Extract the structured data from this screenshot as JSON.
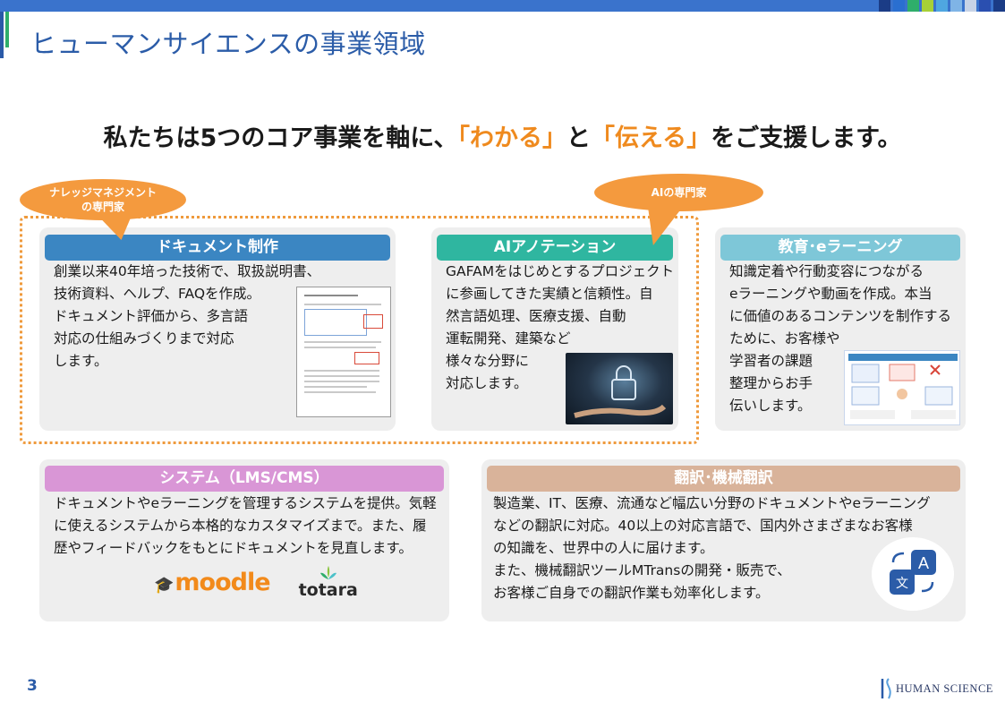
{
  "colors": {
    "title_blue": "#2b5ca8",
    "accent_orange": "#ef8a1e",
    "document_head": "#3b86c2",
    "ai_head": "#2fb6a0",
    "elearning_head": "#7ec7d8",
    "system_head": "#d996d6",
    "translation_head": "#d9b39a",
    "card_bg": "#eeeeee"
  },
  "header": {
    "title": "ヒューマンサイエンスの事業領域",
    "bar_blocks": [
      "#1b3c86",
      "#2a6fd0",
      "#2fae6b",
      "#a7d037",
      "#4fa6e0",
      "#7fb4e6",
      "#c7d3e6",
      "#2a4fb0",
      "#1b3c86"
    ]
  },
  "headline": {
    "pre": "私たちは5つのコア事業を軸に、",
    "hl1": "「わかる」",
    "mid": "と",
    "hl2": "「伝える」",
    "post": "をご支援します。"
  },
  "bubbles": {
    "knowledge": [
      "ナレッジマネジメント",
      "の専門家"
    ],
    "ai": "AIの専門家"
  },
  "cards": {
    "document": {
      "title": "ドキュメント制作",
      "text": "創業以来40年培った技術で、取扱説明書、\n技術資料、ヘルプ、FAQを作成。\nドキュメント評価から、多言語\n対応の仕組みづくりまで対応\nします。"
    },
    "ai": {
      "title": "AIアノテーション",
      "text": "GAFAMをはじめとするプロジェクト\nに参画してきた実績と信頼性。自\n然言語処理、医療支援、自動\n運転開発、建築など\n様々な分野に\n対応します。"
    },
    "elearning": {
      "title": "教育･eラーニング",
      "text": "知識定着や行動変容につながる\neラーニングや動画を作成。本当\nに価値のあるコンテンツを制作する\nために、お客様や\n学習者の課題\n整理からお手\n伝いします。"
    },
    "system": {
      "title": "システム（LMS/CMS）",
      "text": "ドキュメントやeラーニングを管理するシステムを提供。気軽\nに使えるシステムから本格的なカスタマイズまで。また、履\n歴やフィードバックをもとにドキュメントを見直します。",
      "logo_moodle": "moodle",
      "logo_totara": "totara"
    },
    "translation": {
      "title": "翻訳･機械翻訳",
      "text": "製造業、IT、医療、流通など幅広い分野のドキュメントやeラーニング\nなどの翻訳に対応。40以上の対応言語で、国内外さまざまなお客様\nの知識を、世界中の人に届けます。\nまた、機械翻訳ツールMTransの開発・販売で、\nお客様ご自身での翻訳作業も効率化します。",
      "icon_glyph_a": "A",
      "icon_glyph_b": "文"
    }
  },
  "footer": {
    "page_number": "3",
    "brand": "HUMAN SCIENCE"
  }
}
